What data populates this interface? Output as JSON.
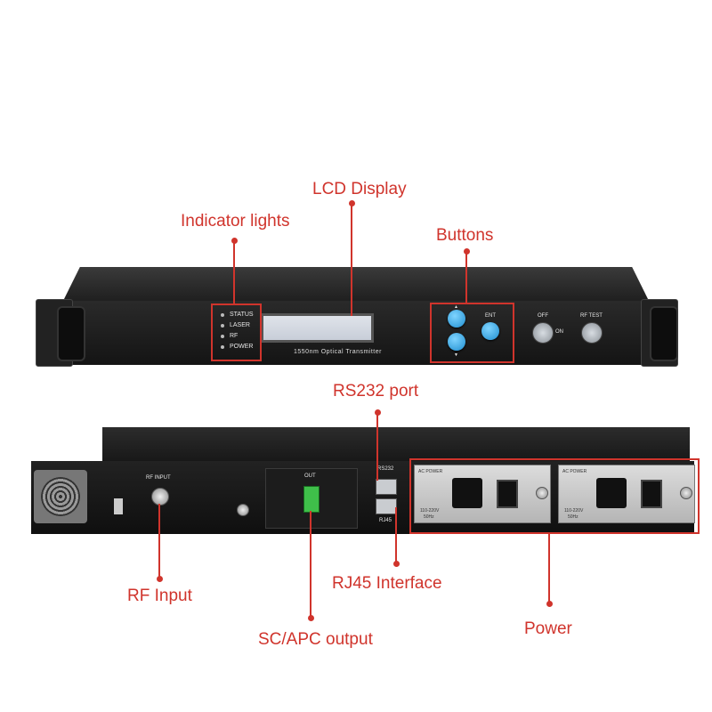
{
  "callouts": {
    "lcd_display": "LCD Display",
    "indicator_lights": "Indicator lights",
    "buttons": "Buttons",
    "rs232_port": "RS232 port",
    "rf_input": "RF Input",
    "rj45_interface": "RJ45 Interface",
    "sc_apc_output": "SC/APC output",
    "power": "Power"
  },
  "front_panel": {
    "leds": [
      "STATUS",
      "LASER",
      "RF",
      "POWER"
    ],
    "lcd_caption": "1550nm  Optical  Transmitter",
    "ent_label": "ENT",
    "up_arrow": "▲",
    "down_arrow": "▼",
    "off_label": "OFF",
    "on_label": "ON",
    "rf_test_label": "RF TEST"
  },
  "rear_panel": {
    "rf_input_label": "RF INPUT",
    "out_label": "OUT",
    "rs232_label": "RS232",
    "rj45_label": "RJ45",
    "ac_power_label": "AC POWER",
    "voltage_label": "110-220V",
    "freq_label": "50Hz"
  },
  "colors": {
    "accent": "#d0342c",
    "button_blue": "#1f8ed0",
    "sc_apc_green": "#3fbf4a"
  }
}
